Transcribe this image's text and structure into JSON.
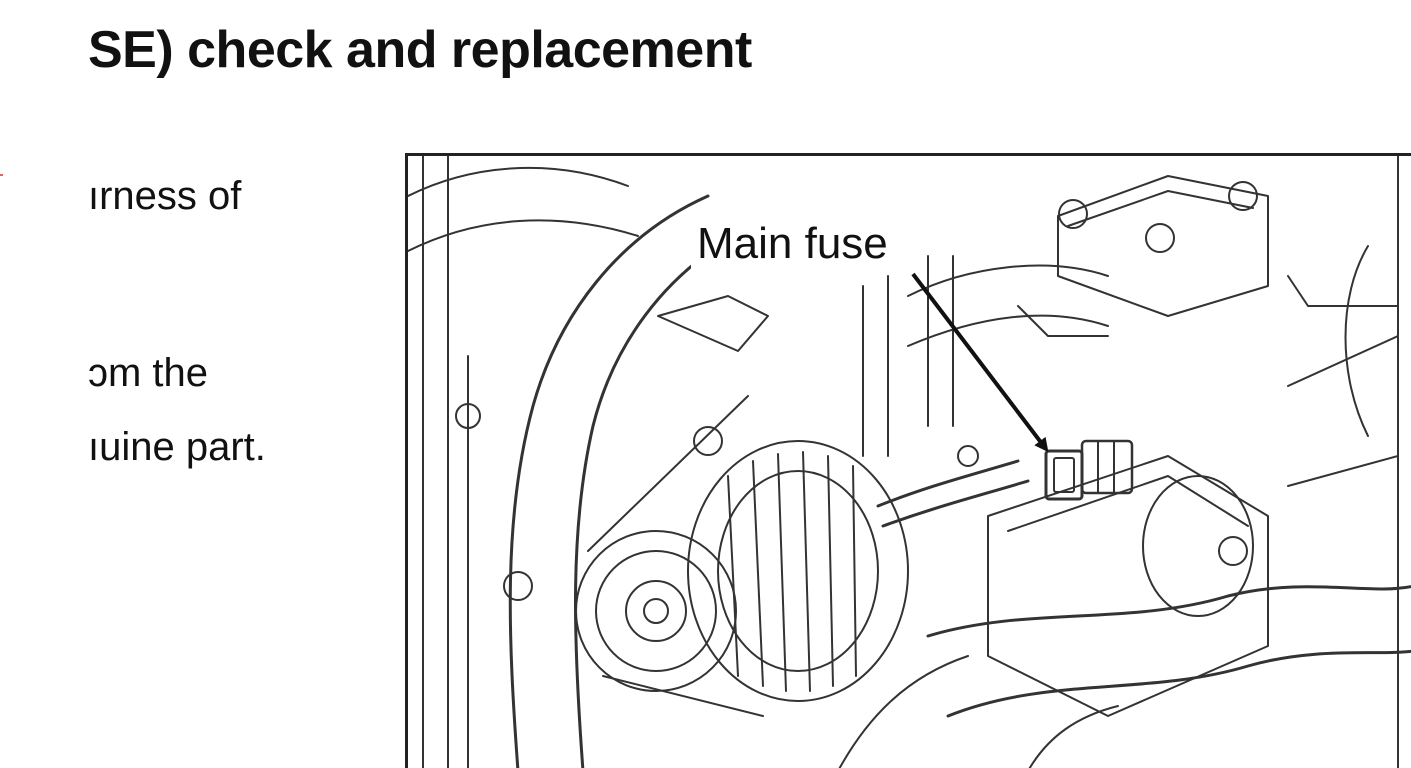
{
  "document": {
    "heading": "SE) check and replacement",
    "body_lines": [
      "ırness of",
      "ɔm the",
      "ıuine part."
    ]
  },
  "figure": {
    "callout_label": "Main fuse",
    "subject": "engine compartment line drawing with main fuse indicated by arrow"
  }
}
